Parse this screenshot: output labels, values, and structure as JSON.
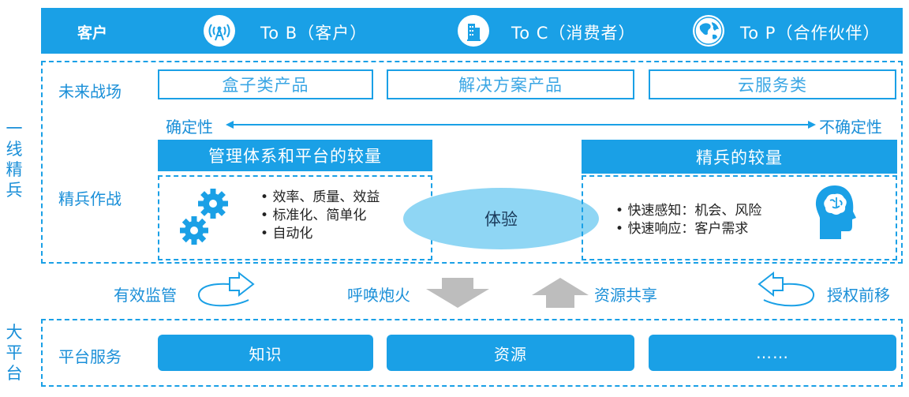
{
  "customer": {
    "label": "客户",
    "segments": [
      {
        "icon": "antenna-tower-icon",
        "text": "To B（客户）"
      },
      {
        "icon": "building-icon",
        "text": "To C（消费者）"
      },
      {
        "icon": "globe-icon",
        "text": "To P（合作伙伴）"
      }
    ]
  },
  "frontline": {
    "side_label": [
      "一",
      "线",
      "精",
      "兵"
    ],
    "future": {
      "label": "未来战场",
      "boxes": [
        "盒子类产品",
        "解决方案产品",
        "云服务类"
      ]
    },
    "axis": {
      "left": "确定性",
      "right": "不确定性"
    },
    "elite": {
      "label": "精兵作战",
      "left_head": "管理体系和平台的较量",
      "left_bullets": [
        "效率、质量、效益",
        "标准化、简单化",
        "自动化"
      ],
      "center": "体验",
      "right_head": "精兵的较量",
      "right_bullets": [
        "快速感知：机会、风险",
        "快速响应：客户需求"
      ]
    }
  },
  "middle": {
    "items": [
      "有效监管",
      "呼唤炮火",
      "资源共享",
      "授权前移"
    ]
  },
  "platform": {
    "side_label": [
      "大",
      "平",
      "台"
    ],
    "label": "平台服务",
    "boxes": [
      "知识",
      "资源",
      "……"
    ]
  },
  "colors": {
    "primary": "#1aa0e6",
    "light": "#8fd6f4",
    "gray_arrow": "#bdbdbd"
  }
}
